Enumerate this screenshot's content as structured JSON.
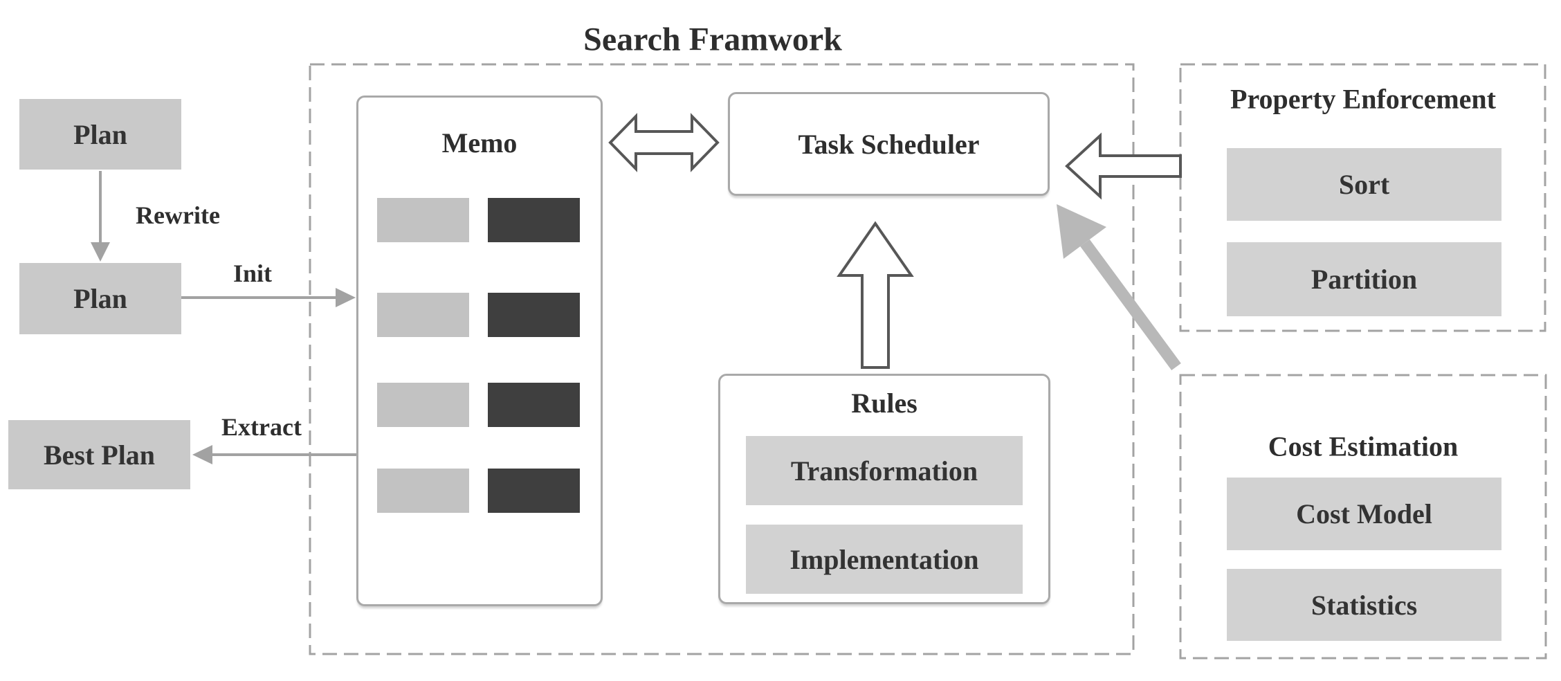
{
  "title": "Search Framwork",
  "colors": {
    "box_fill": "#c9c9c9",
    "item_fill": "#d2d2d2",
    "memo_light": "#c2c2c2",
    "memo_dark": "#3f3f3f",
    "panel_border": "#a9a9a9",
    "dashed_border": "#a3a3a3",
    "text": "#2e2e2e",
    "arrow_gray": "#a2a2a2",
    "arrow_thick": "#b8b8b8",
    "arrow_outline": "#575757"
  },
  "left_flow": {
    "plan_top": "Plan",
    "rewrite_label": "Rewrite",
    "plan_bottom": "Plan",
    "init_label": "Init",
    "best_plan": "Best Plan",
    "extract_label": "Extract"
  },
  "framework": {
    "memo": {
      "title": "Memo",
      "rows": 4
    },
    "task_scheduler": "Task Scheduler",
    "rules": {
      "title": "Rules",
      "items": [
        "Transformation",
        "Implementation"
      ]
    }
  },
  "property_enforcement": {
    "title": "Property Enforcement",
    "items": [
      "Sort",
      "Partition"
    ]
  },
  "cost_estimation": {
    "title": "Cost Estimation",
    "items": [
      "Cost Model",
      "Statistics"
    ]
  }
}
